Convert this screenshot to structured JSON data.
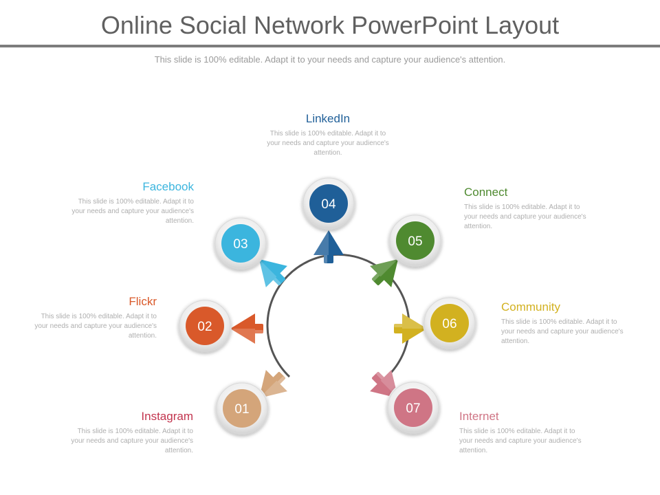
{
  "title": "Online Social Network PowerPoint Layout",
  "subtitle": "This slide is 100% editable. Adapt it to your needs and capture your audience's attention.",
  "colors": {
    "title": "#606060",
    "rule": "#7d7d7d",
    "arc": "#555555"
  },
  "nodes": [
    {
      "id": "01",
      "label": "Instagram",
      "color": "#d4a57a",
      "text": "This slide is 100% editable. Adapt it to your needs and capture your audience's attention."
    },
    {
      "id": "02",
      "label": "Flickr",
      "color": "#d9592a",
      "text": "This slide is 100% editable. Adapt it to your needs and capture your audience's attention."
    },
    {
      "id": "03",
      "label": "Facebook",
      "color": "#3bb5de",
      "text": "This slide is 100% editable. Adapt it to your needs and capture your audience's attention."
    },
    {
      "id": "04",
      "label": "LinkedIn",
      "color": "#1f5f98",
      "text": "This slide is 100% editable. Adapt it to your needs and capture your audience's attention."
    },
    {
      "id": "05",
      "label": "Connect",
      "color": "#4f8a30",
      "text": "This slide is 100% editable. Adapt it to your needs and capture your audience's attention."
    },
    {
      "id": "06",
      "label": "Community",
      "color": "#d2b120",
      "text": "This slide is 100% editable. Adapt it to your needs and capture your audience's attention."
    },
    {
      "id": "07",
      "label": "Internet",
      "color": "#cf7585",
      "text": "This slide is 100% editable. Adapt it to your needs and capture your audience's attention."
    }
  ]
}
